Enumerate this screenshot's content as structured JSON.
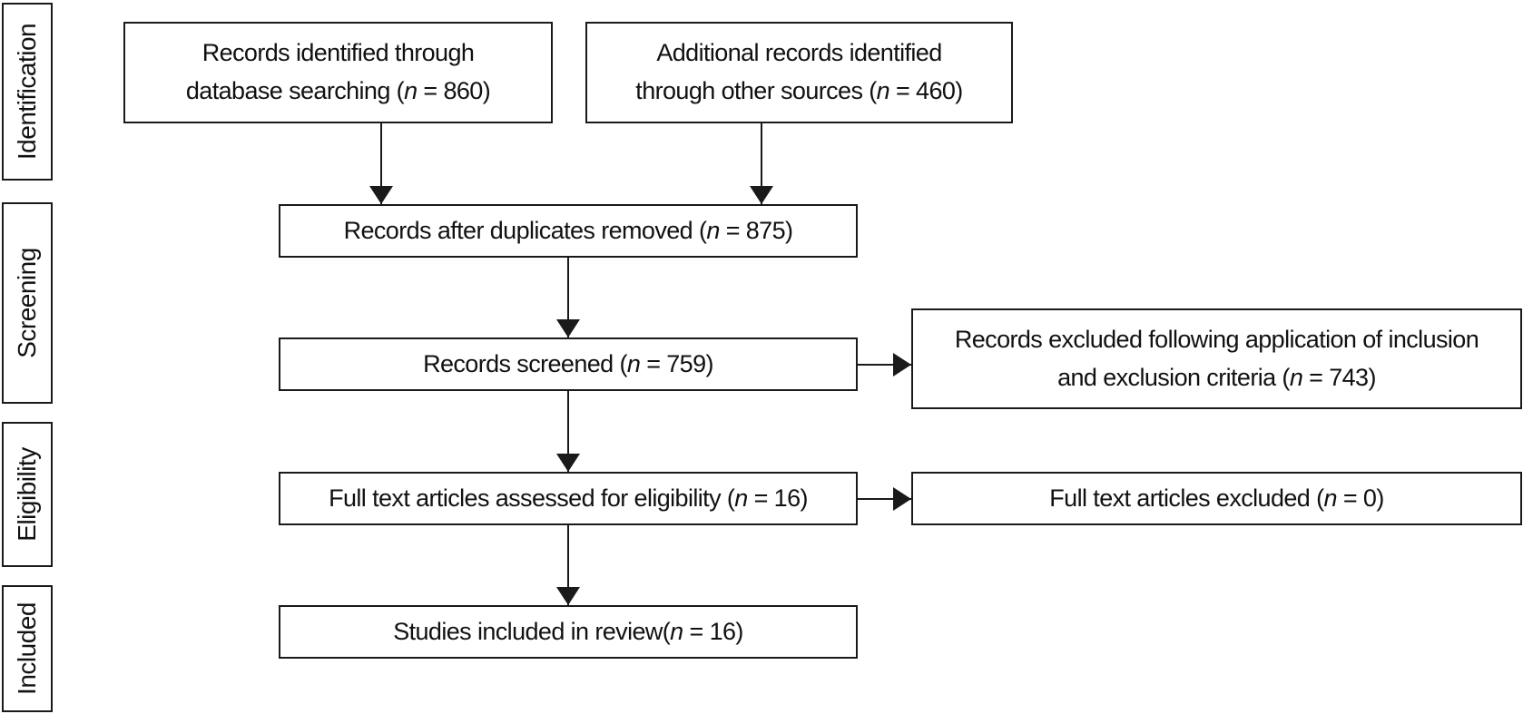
{
  "stages": {
    "identification": "Identification",
    "screening": "Screening",
    "eligibility": "Eligibility",
    "included": "Included"
  },
  "boxes": {
    "database": {
      "line1": "Records identified through",
      "line2_pre": "database searching (",
      "n_symbol": "n",
      "line2_post": " = 860)"
    },
    "other_sources": {
      "line1": "Additional records identified",
      "line2_pre": "through other sources (",
      "n_symbol": "n",
      "line2_post": " = 460)"
    },
    "after_duplicates": {
      "pre": "Records after duplicates removed (",
      "n_symbol": "n",
      "post": " = 875)"
    },
    "screened": {
      "pre": "Records screened (",
      "n_symbol": "n",
      "post": " = 759)"
    },
    "excluded_records": {
      "line1": "Records excluded following application of inclusion",
      "line2_pre": "and exclusion criteria (",
      "n_symbol": "n",
      "line2_post": " = 743)"
    },
    "full_text": {
      "pre": "Full text articles assessed for eligibility (",
      "n_symbol": "n",
      "post": " = 16)"
    },
    "full_text_excluded": {
      "pre": "Full text articles excluded (",
      "n_symbol": "n",
      "post": " = 0)"
    },
    "included": {
      "pre": "Studies included in review(",
      "n_symbol": "n",
      "post": " = 16)"
    }
  },
  "colors": {
    "line": "#1a1a1a",
    "background": "#ffffff"
  }
}
